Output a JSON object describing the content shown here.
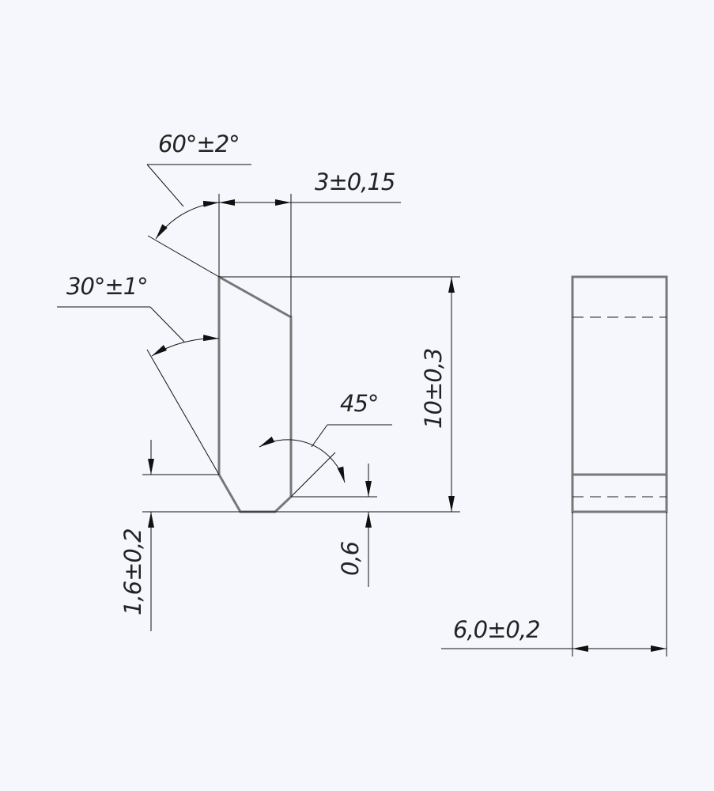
{
  "dimensions": {
    "angle_top": "60°±2°",
    "width_top": "3±0,15",
    "angle_side": "30°±1°",
    "angle_chamfer": "45°",
    "height_total": "10±0,3",
    "height_left": "1,6±0,2",
    "height_chamfer": "0,6",
    "thickness": "6,0±0,2"
  }
}
